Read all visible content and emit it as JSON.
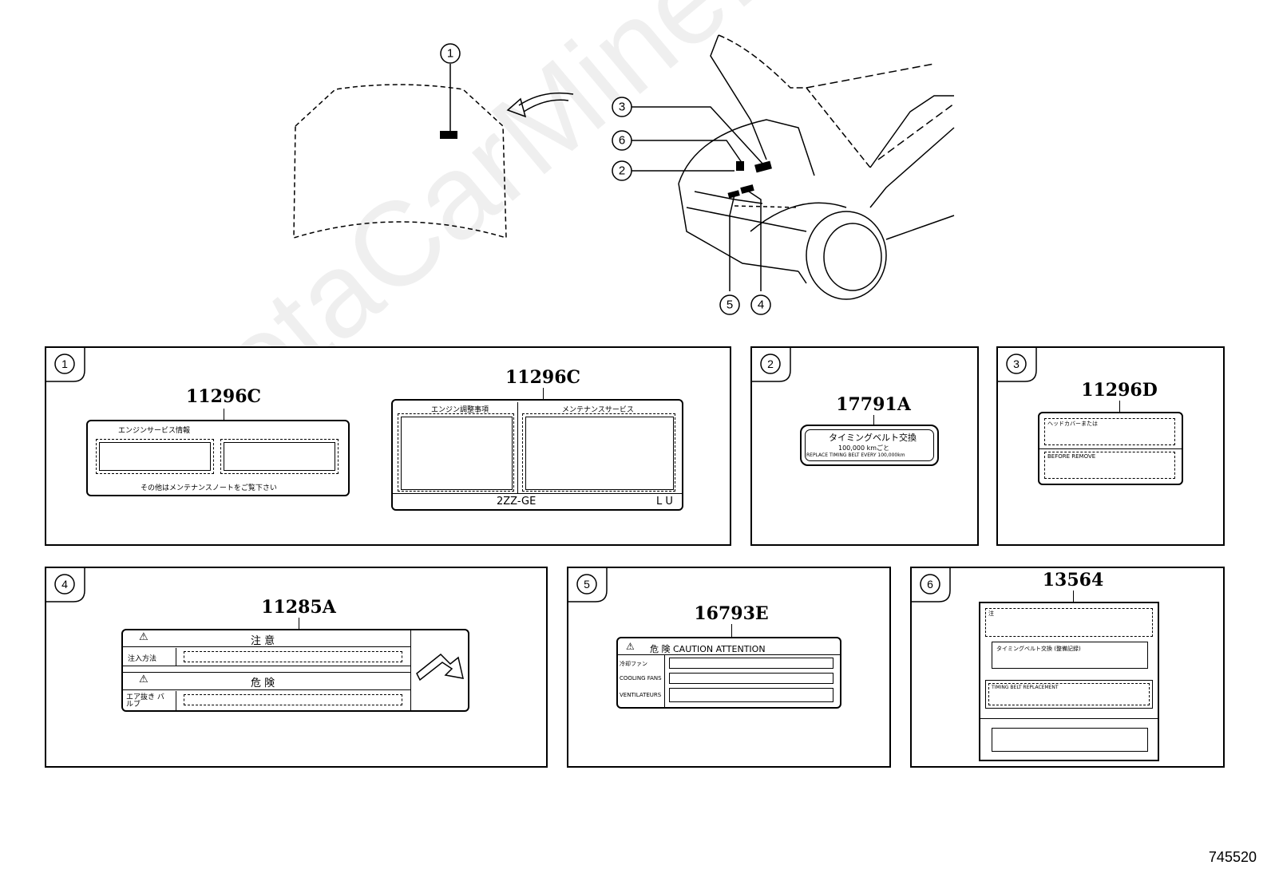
{
  "watermark": "ToyotaCarMine.ru",
  "figure_number": "745520",
  "callouts": [
    "1",
    "2",
    "3",
    "4",
    "5",
    "6"
  ],
  "panels": [
    {
      "index": "1",
      "labels": [
        {
          "code": "11296C",
          "top": "エンジンサービス情報",
          "bottom": "その他はメンテナンスノートをご覧下さい"
        },
        {
          "code": "11296C",
          "left_header": "エンジン調整事項",
          "right_header": "メンテナンスサービス",
          "footer_left": "2ZZ-GE",
          "footer_right": "L U"
        }
      ]
    },
    {
      "index": "2",
      "code": "17791A",
      "line1": "タイミングベルト交換",
      "line2": "100,000  kmごと",
      "line3": "REPLACE TIMING BELT EVERY 100,000km"
    },
    {
      "index": "3",
      "code": "11296D",
      "line1": "ヘッドカバーまたは",
      "line2": "BEFORE REMOVE"
    },
    {
      "index": "4",
      "code": "11285A",
      "header1": "注   意",
      "row1": "注入方法",
      "header2": "危   険",
      "row2": "エア抜き バルブ",
      "warn_symbol": "⚠"
    },
    {
      "index": "5",
      "code": "16793E",
      "header": "危   険   CAUTION     ATTENTION",
      "rows": [
        "冷却ファン",
        "COOLING FANS",
        "VENTILATEURS"
      ],
      "warn_symbol": "⚠"
    },
    {
      "index": "6",
      "code": "13564",
      "line1": "注",
      "line2": "タイミングベルト交換   (整備記録)",
      "line3": "TIMING BELT REPLACEMENT"
    }
  ]
}
